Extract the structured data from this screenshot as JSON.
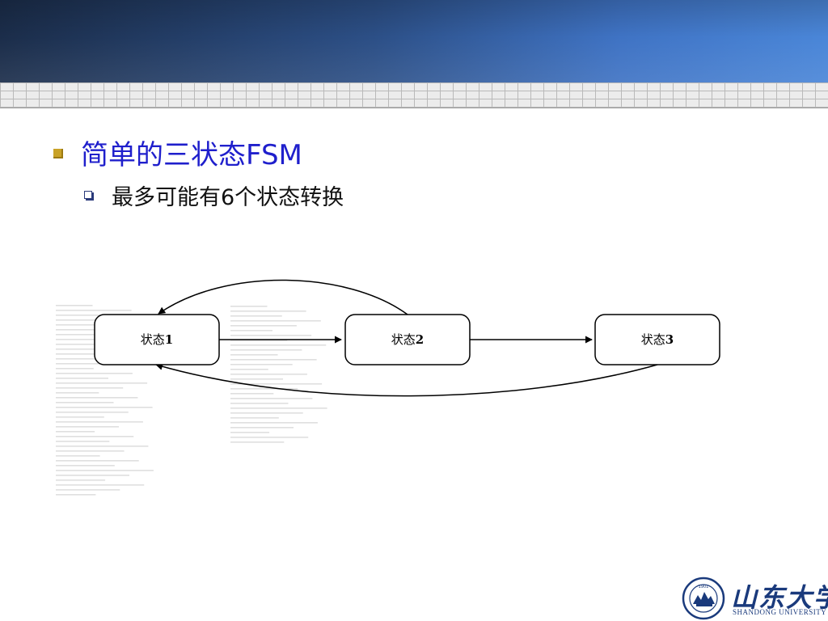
{
  "bullets": {
    "level1": "简单的三状态FSM",
    "level2": "最多可能有6个状态转换"
  },
  "diagram": {
    "nodes": [
      {
        "id": "s1",
        "label_prefix": "状态",
        "label_num": "1"
      },
      {
        "id": "s2",
        "label_prefix": "状态",
        "label_num": "2"
      },
      {
        "id": "s3",
        "label_prefix": "状态",
        "label_num": "3"
      }
    ],
    "edges": [
      {
        "from": "s1",
        "to": "s2"
      },
      {
        "from": "s2",
        "to": "s3"
      },
      {
        "from": "s2",
        "to": "s1"
      },
      {
        "from": "s3",
        "to": "s1"
      }
    ]
  },
  "logo": {
    "name_cn": "山东大学",
    "name_en": "SHANDONG UNIVERSITY",
    "seal_year": "1901"
  },
  "colors": {
    "title_blue": "#1f1fcc",
    "bullet_gold": "#c9a227",
    "header_dark": "#1b2d4a",
    "header_light": "#4a86d8",
    "logo_blue": "#1a3a7c"
  }
}
